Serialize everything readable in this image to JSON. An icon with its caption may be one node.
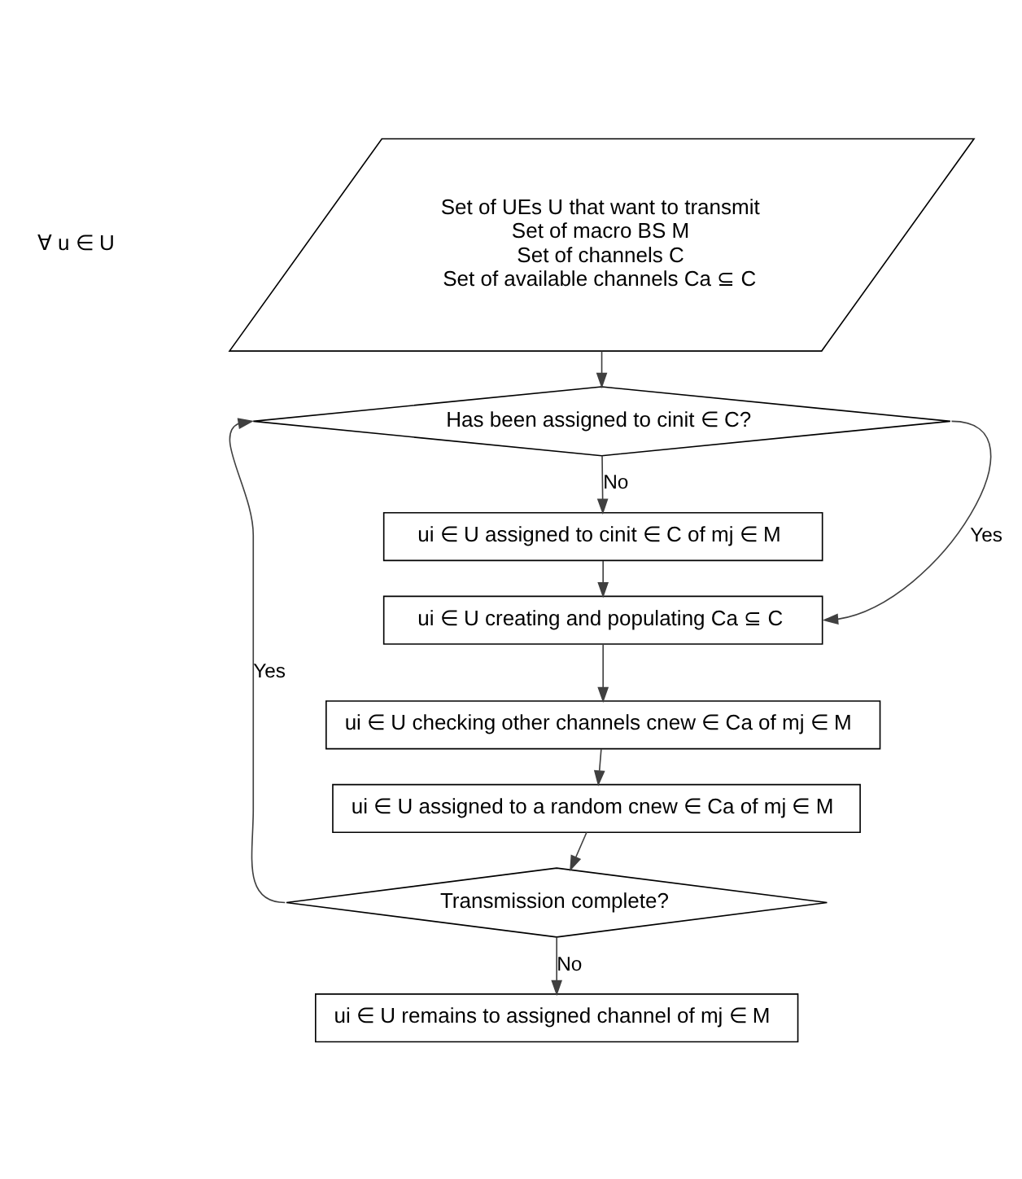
{
  "diagram": {
    "nodes": [
      {
        "text": [
          "Set of UEs U that want to transmit",
          "Set of macro BS M",
          "Set of channels C",
          "Set of available channels Ca ⊆ C"
        ]
      },
      {
        "text": [
          "Has been assigned to cinit ∈ C?"
        ]
      },
      {
        "text": [
          "ui ∈ U assigned to cinit ∈ C of mj ∈ M"
        ]
      },
      {
        "text": [
          "ui ∈ U creating and populating Ca ⊆ C"
        ]
      },
      {
        "text": [
          "ui ∈ U checking other channels cnew ∈ Ca of mj ∈ M"
        ]
      },
      {
        "text": [
          "ui ∈ U assigned to a random cnew ∈ Ca of mj ∈ M"
        ]
      },
      {
        "text": [
          "Transmission complete?"
        ]
      },
      {
        "text": [
          "ui ∈ U remains to assigned channel of mj ∈ M"
        ]
      }
    ],
    "edges": [
      {
        "from": 0,
        "to": 1,
        "arrow": "to"
      },
      {
        "from": 1,
        "to": 2,
        "arrow": "to",
        "label": "No"
      },
      {
        "from": 1,
        "to": 3,
        "arrow": "to",
        "label": "Yes"
      },
      {
        "from": 2,
        "to": 3,
        "arrow": "to"
      },
      {
        "from": 3,
        "to": 4,
        "arrow": "to"
      },
      {
        "from": 4,
        "to": 5,
        "arrow": "to"
      },
      {
        "from": 5,
        "to": 6,
        "arrow": "to"
      },
      {
        "from": 6,
        "to": 7,
        "arrow": "to",
        "label": "No"
      },
      {
        "from": 6,
        "to": 1,
        "arrow": "to",
        "label": "Yes"
      }
    ],
    "labels": [
      "∀ u ∈ U"
    ]
  }
}
